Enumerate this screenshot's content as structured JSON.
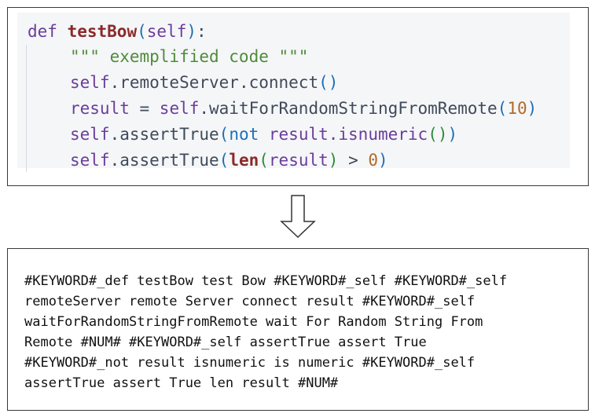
{
  "code": {
    "line1": {
      "def": "def",
      "name": "testBow",
      "open": "(",
      "self": "self",
      "close": ")",
      "colon": ":"
    },
    "line2": {
      "docstring": "\"\"\" exemplified code \"\"\""
    },
    "line3": {
      "self": "self",
      "rest": ".remoteServer.connect",
      "open": "(",
      "close": ")"
    },
    "line4": {
      "var": "result",
      "eq": " = ",
      "self": "self",
      "rest": ".waitForRandomStringFromRemote",
      "open": "(",
      "num": "10",
      "close": ")"
    },
    "line5": {
      "self": "self",
      "rest": ".assertTrue",
      "open": "(",
      "not": "not",
      "mid": " result.isnumeric",
      "open2": "()",
      "close": ")"
    },
    "line6": {
      "self": "self",
      "rest": ".assertTrue",
      "open": "(",
      "len": "len",
      "open2": "(",
      "arg": "result",
      "close2": ")",
      "gt": " > ",
      "num": "0",
      "close": ")"
    }
  },
  "output": {
    "lines": [
      "#KEYWORD#_def testBow test Bow #KEYWORD#_self #KEYWORD#_self",
      "remoteServer remote Server connect result #KEYWORD#_self",
      "waitForRandomStringFromRemote wait For Random String From",
      "Remote #NUM# #KEYWORD#_self assertTrue assert True",
      "#KEYWORD#_not result isnumeric is numeric #KEYWORD#_self",
      "assertTrue assert True len result #NUM#"
    ]
  },
  "icons": {
    "arrow": "down-arrow-icon"
  }
}
